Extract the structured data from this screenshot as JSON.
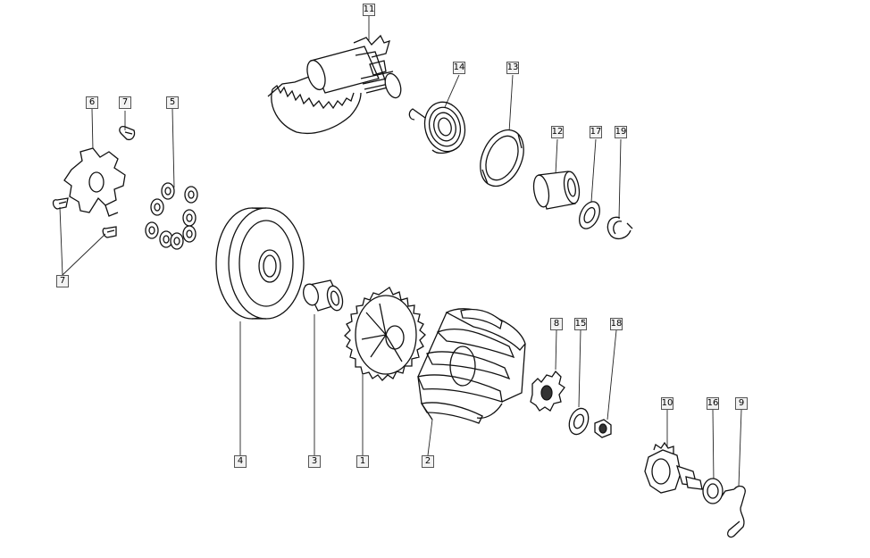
{
  "diagram": {
    "labels": {
      "l1": "1",
      "l2": "2",
      "l3": "3",
      "l4": "4",
      "l5": "5",
      "l6": "6",
      "l7a": "7",
      "l7b": "7",
      "l8": "8",
      "l9": "9",
      "l10": "10",
      "l11": "11",
      "l12": "12",
      "l13": "13",
      "l14": "14",
      "l15": "15",
      "l16": "16",
      "l17": "17",
      "l18": "18",
      "l19": "19"
    }
  }
}
